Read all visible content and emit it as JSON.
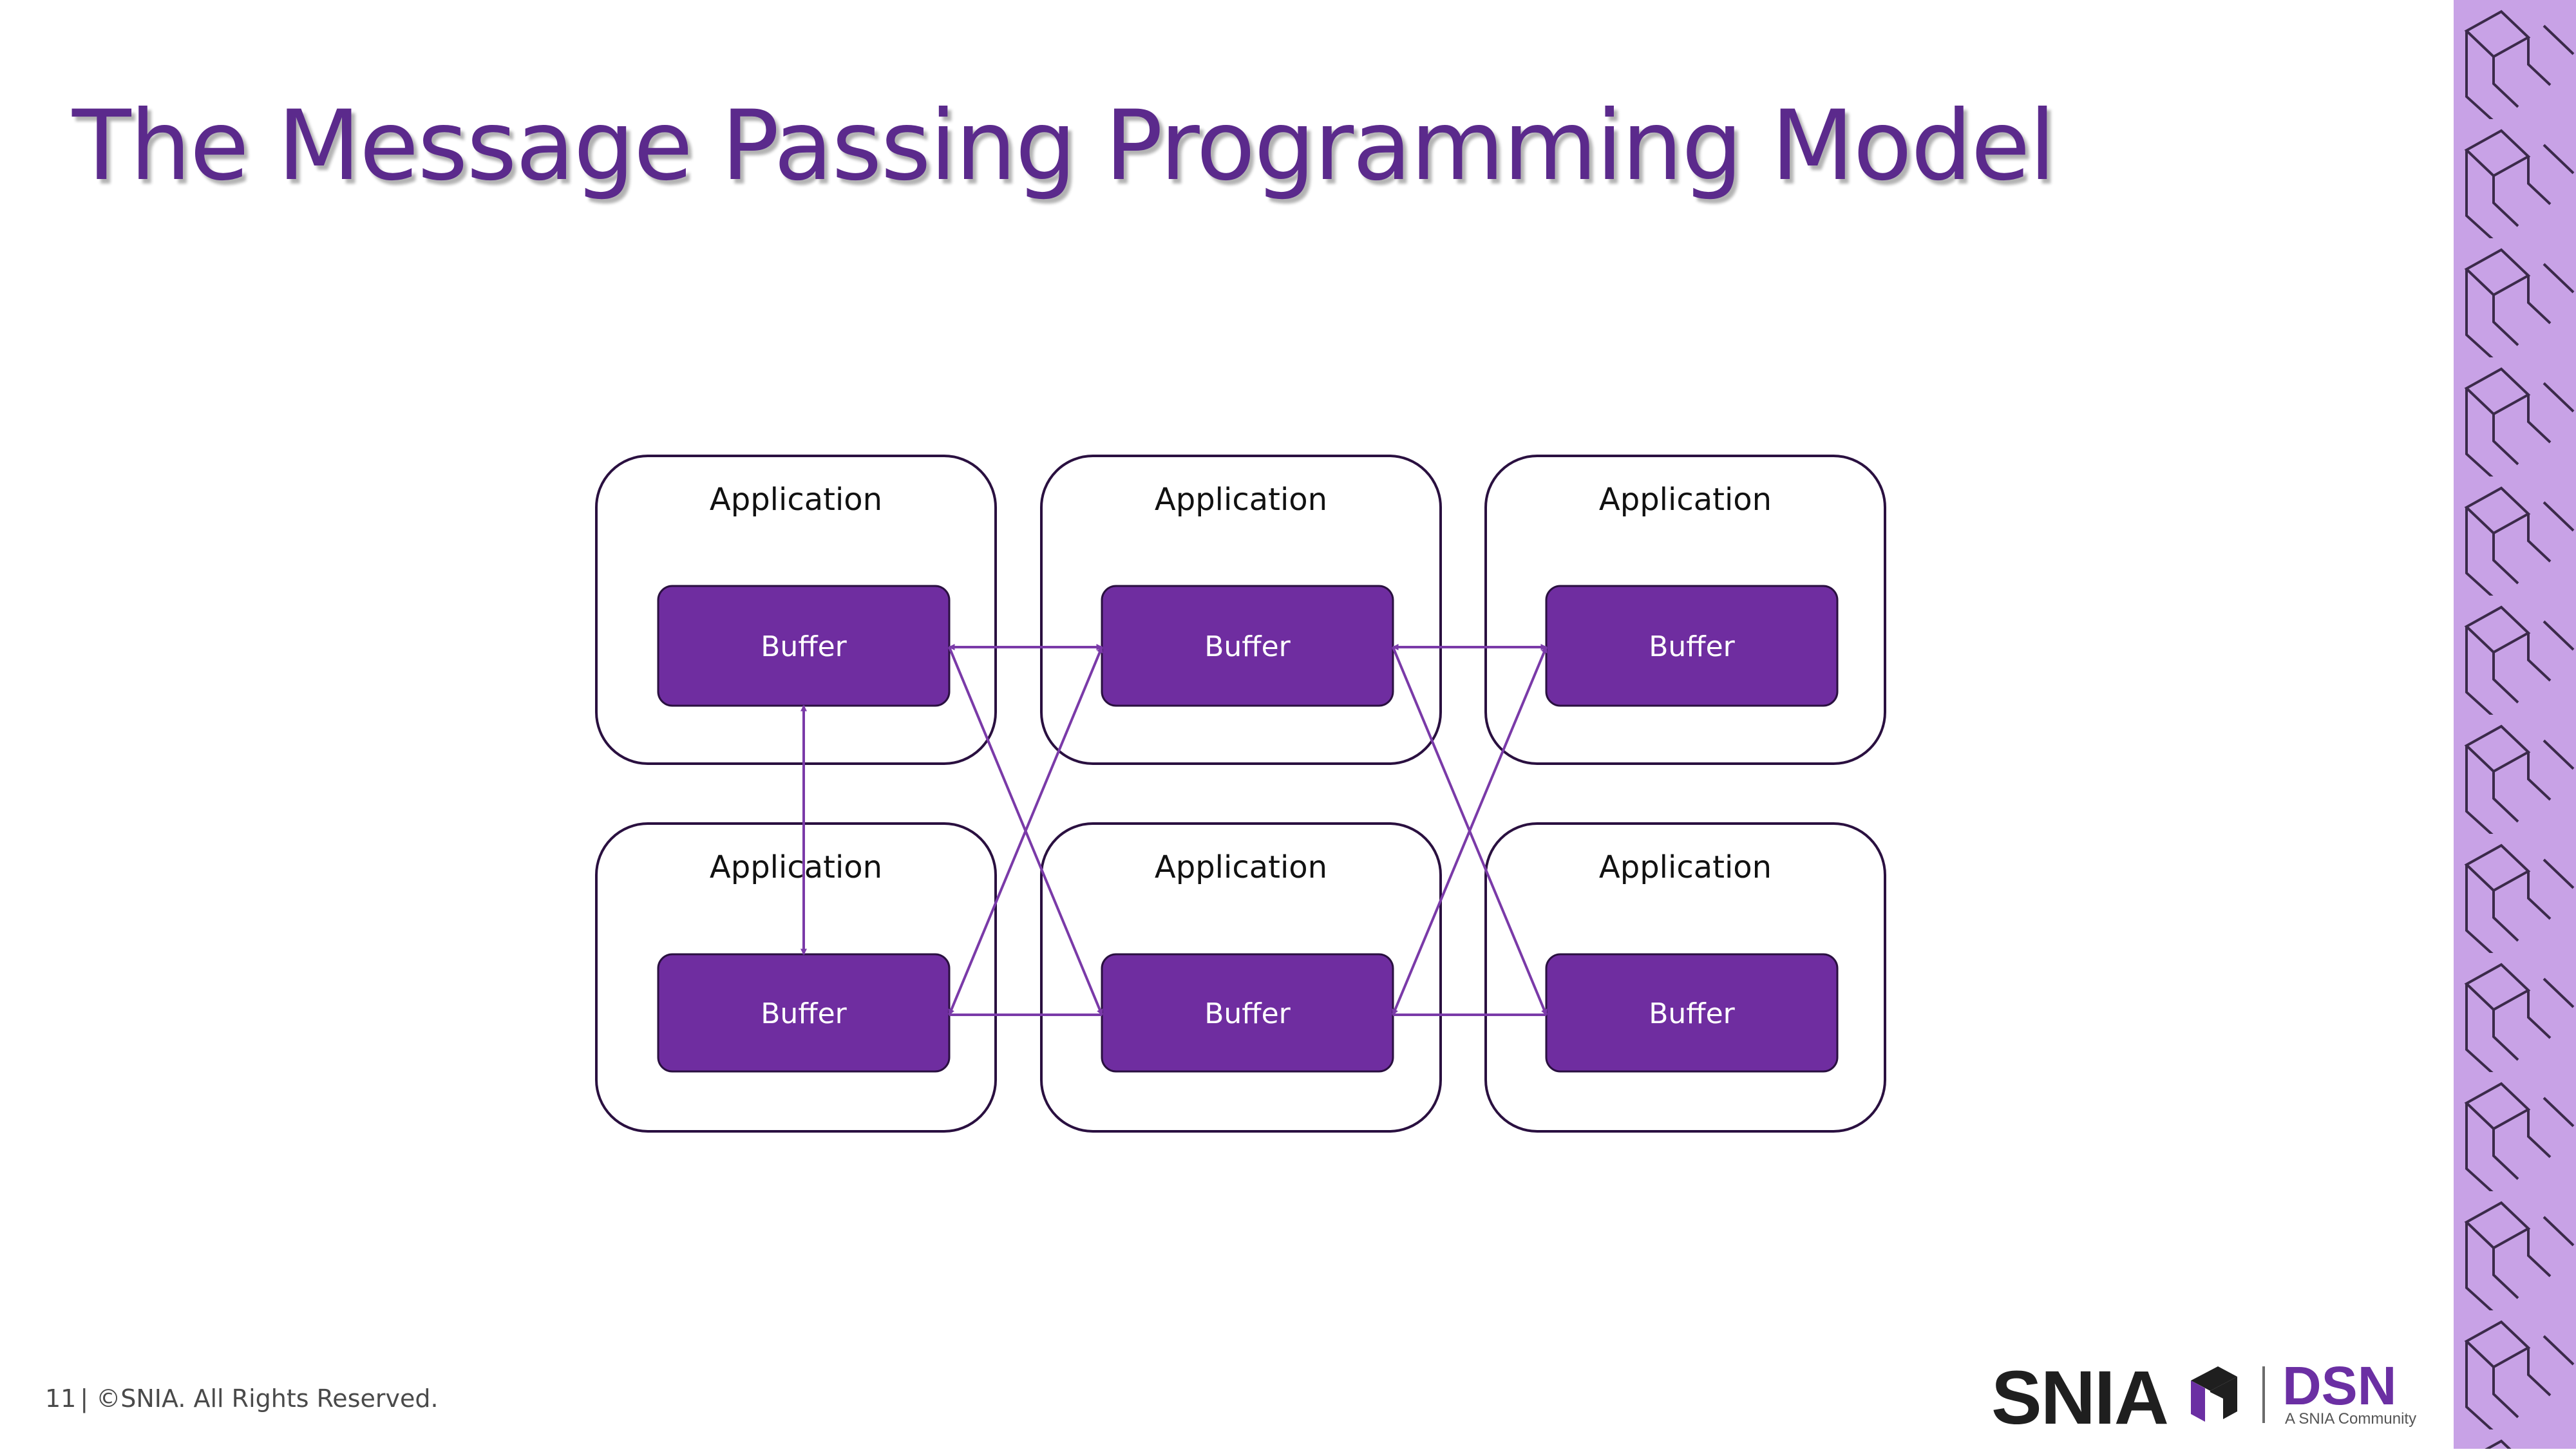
{
  "title": "The Message Passing Programming Model",
  "diagram": {
    "application_label": "Application",
    "buffer_label": "Buffer",
    "nodes": [
      {
        "row": 1,
        "col": 1,
        "application": "Application",
        "buffer": "Buffer"
      },
      {
        "row": 1,
        "col": 2,
        "application": "Application",
        "buffer": "Buffer"
      },
      {
        "row": 1,
        "col": 3,
        "application": "Application",
        "buffer": "Buffer"
      },
      {
        "row": 2,
        "col": 1,
        "application": "Application",
        "buffer": "Buffer"
      },
      {
        "row": 2,
        "col": 2,
        "application": "Application",
        "buffer": "Buffer"
      },
      {
        "row": 2,
        "col": 3,
        "application": "Application",
        "buffer": "Buffer"
      }
    ],
    "connections": [
      {
        "from": "r1c1",
        "to": "r1c2",
        "direction": "both"
      },
      {
        "from": "r1c2",
        "to": "r1c3",
        "direction": "both"
      },
      {
        "from": "r1c1",
        "to": "r2c1",
        "direction": "both"
      },
      {
        "from": "r1c1",
        "to": "r2c2",
        "direction": "to"
      },
      {
        "from": "r2c1",
        "to": "r1c2",
        "direction": "both"
      },
      {
        "from": "r1c2",
        "to": "r2c3",
        "direction": "to"
      },
      {
        "from": "r2c2",
        "to": "r1c3",
        "direction": "both"
      },
      {
        "from": "r2c1",
        "to": "r2c2",
        "direction": "none"
      },
      {
        "from": "r2c2",
        "to": "r2c3",
        "direction": "none"
      }
    ],
    "colors": {
      "buffer_fill": "#6f2da0",
      "arrow": "#7a3aa8",
      "box_stroke": "#2a1040",
      "title": "#5b2a8c",
      "side_band": "#c8a2e6"
    }
  },
  "footer": {
    "page_number": "11",
    "copyright": "| ©SNIA. All Rights Reserved."
  },
  "logo": {
    "snia": "SNIA",
    "dsn": "DSN",
    "tagline": "A SNIA Community"
  }
}
